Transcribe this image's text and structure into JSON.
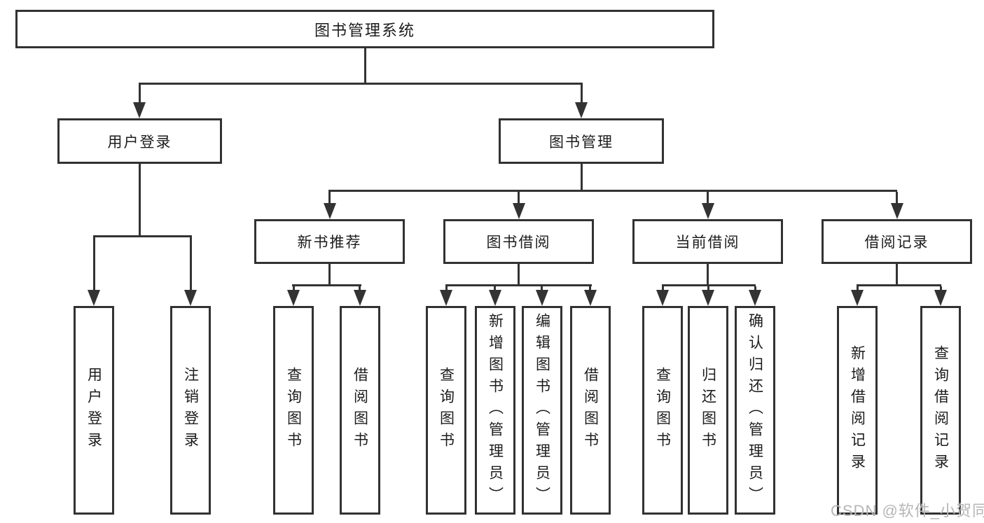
{
  "tree": {
    "root": "图书管理系统",
    "level2": [
      {
        "label": "用户登录",
        "children": [
          "用户登录",
          "注销登录"
        ]
      },
      {
        "label": "图书管理",
        "children": [
          {
            "label": "新书推荐",
            "children": [
              "查询图书",
              "借阅图书"
            ]
          },
          {
            "label": "图书借阅",
            "children": [
              "查询图书",
              "新增图书（管理员）",
              "编辑图书（管理员）",
              "借阅图书"
            ]
          },
          {
            "label": "当前借阅",
            "children": [
              "查询图书",
              "归还图书",
              "确认归还（管理员）"
            ]
          },
          {
            "label": "借阅记录",
            "children": [
              "新增借阅记录",
              "查询借阅记录"
            ]
          }
        ]
      }
    ]
  },
  "watermark": "CSDN @软件_小贺同学",
  "colors": {
    "line": "#333333",
    "box_border": "#323232",
    "box_fill": "#ffffff",
    "text": "#1c1c1c",
    "watermark": "#b6b6b6",
    "background": "#ffffff"
  }
}
